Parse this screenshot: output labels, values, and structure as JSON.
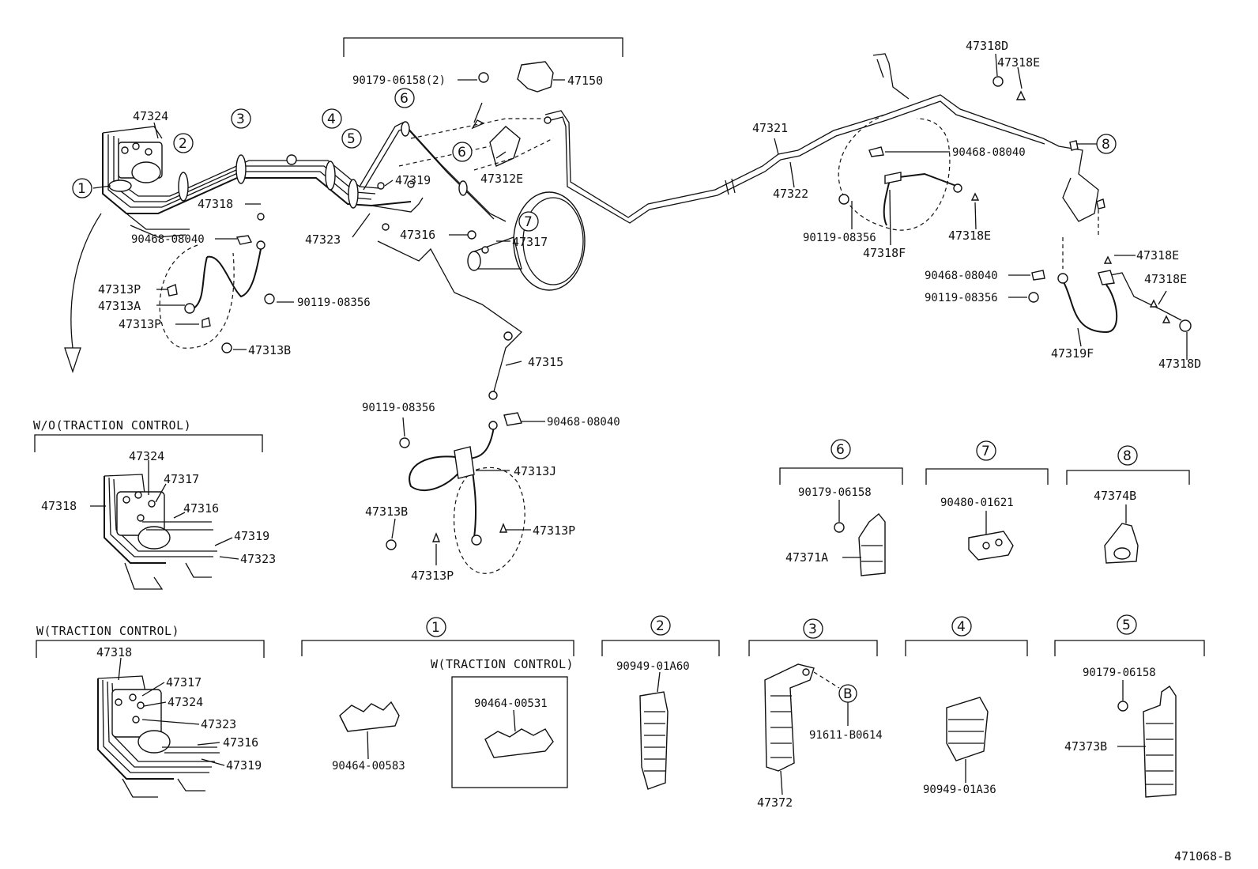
{
  "diagram_id": "471068-B",
  "sections": {
    "wo_traction": "W/O(TRACTION CONTROL)",
    "w_traction": "W(TRACTION CONTROL)",
    "w_traction_inner": "W(TRACTION CONTROL)"
  },
  "callouts": [
    "1",
    "2",
    "3",
    "4",
    "5",
    "6",
    "7",
    "8"
  ],
  "detail_b": "B",
  "labels": {
    "p47324a": "47324",
    "p47318a": "47318",
    "p90468_1": "90468-08040",
    "p47313P_1": "47313P",
    "p47313A": "47313A",
    "p47313P_2": "47313P",
    "p90119_1": "90119-08356",
    "p47313B_1": "47313B",
    "p90179_top": "90179-06158(2)",
    "p47150": "47150",
    "p47319a": "47319",
    "p47312E": "47312E",
    "p47316a": "47316",
    "p47317a": "47317",
    "p47323a": "47323",
    "p47315": "47315",
    "p90119_2": "90119-08356",
    "p90468_2": "90468-08040",
    "p47313J": "47313J",
    "p47313B_2": "47313B",
    "p47313P_3": "47313P",
    "p47313P_4": "47313P",
    "p47321": "47321",
    "p47322": "47322",
    "p47318D_1": "47318D",
    "p47318E_1": "47318E",
    "p90468_3": "90468-08040",
    "p90119_3": "90119-08356",
    "p47318F": "47318F",
    "p47318E_2": "47318E",
    "p47318E_3": "47318E",
    "p90468_4": "90468-08040",
    "p47318E_4": "47318E",
    "p90119_4": "90119-08356",
    "p47319F": "47319F",
    "p47318D_2": "47318D",
    "wo_47324": "47324",
    "wo_47317": "47317",
    "wo_47318": "47318",
    "wo_47316": "47316",
    "wo_47319": "47319",
    "wo_47323": "47323",
    "w_47318": "47318",
    "w_47317": "47317",
    "w_47324": "47324",
    "w_47323": "47323",
    "w_47316": "47316",
    "w_47319": "47319",
    "s1_90464_00583": "90464-00583",
    "s1_90464_00531": "90464-00531",
    "s2_90949_01A60": "90949-01A60",
    "s3_91611_B0614": "91611-B0614",
    "s3_47372": "47372",
    "s4_90949_01A36": "90949-01A36",
    "s5_90179_06158": "90179-06158",
    "s5_47373B": "47373B",
    "s6_90179_06158": "90179-06158",
    "s6_47371A": "47371A",
    "s7_90480_01621": "90480-01621",
    "s8_47374B": "47374B"
  }
}
